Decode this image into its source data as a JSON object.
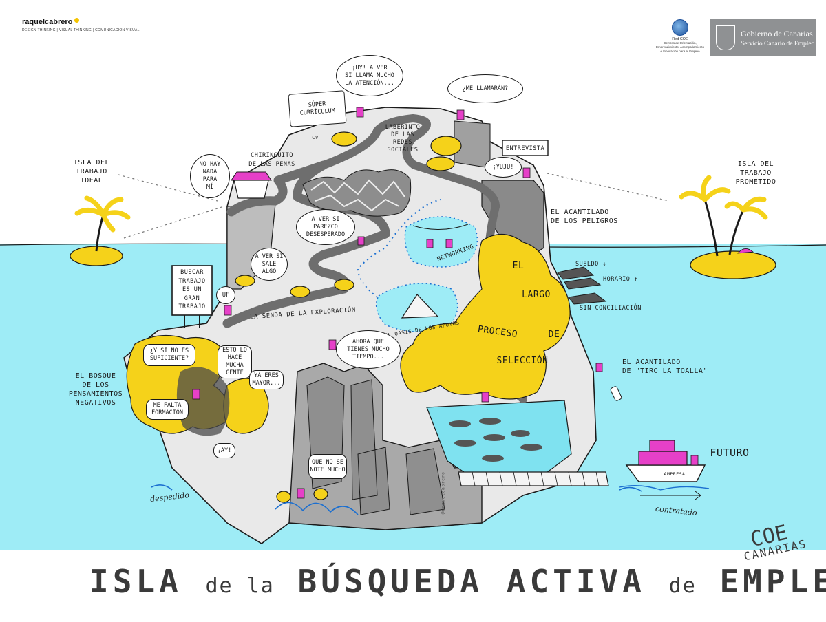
{
  "brand": {
    "name": "raquelcabrero",
    "tagline": "DESIGN THINKING | VISUAL THINKING | COMUNICACIÓN VISUAL"
  },
  "partners": {
    "red_coe": {
      "name": "Red COE",
      "desc": "Centros de Orientación, Emprendimiento, Acompañamiento e Innovación para el Empleo"
    },
    "gobierno": {
      "line1": "Gobierno de Canarias",
      "line2": "Servicio Canario de Empleo"
    }
  },
  "title": {
    "w1": "ISLA",
    "w2": "de la",
    "w3": "BÚSQUEDA",
    "w4": "ACTIVA",
    "w5": "de",
    "w6": "EMPLEO"
  },
  "coe": {
    "big": "COE",
    "small": "CANARIAS"
  },
  "labels": {
    "isla_ideal": "ISLA DEL\nTRABAJO\nIDEAL",
    "isla_prometido": "ISLA DEL\nTRABAJO\nPROMETIDO",
    "chiringuito": "CHIRINGUITO\nDE LAS PENAS",
    "laberinto": "LABERINTO\nDE LAS\nREDES\nSOCIALES",
    "entrevista": "ENTREVISTA",
    "acantilado_peligros": "EL ACANTILADO\nDE LOS PELIGROS",
    "networking": "NETWORKING",
    "oasis": "EL OASIS DE LOS APOYOS",
    "senda": "LA SENDA DE LA EXPLORACIÓN",
    "el": "EL",
    "largo": "LARGO",
    "proceso": "PROCESO",
    "de": "DE",
    "seleccion": "SELECCIÓN",
    "sueldo": "SUELDO ↓",
    "horario": "HORARIO ↑",
    "sin_conciliacion": "SIN CONCILIACIÓN",
    "acantilado_toalla": "EL ACANTILADO\nDE \"TIRO LA TOALLA\"",
    "bosque": "EL BOSQUE\nDE LOS\nPENSAMIENTOS\nNEGATIVOS",
    "futuro": "FUTURO",
    "despedido": "despedido",
    "contratado": "contratado",
    "cv": "CV",
    "credit": "@raquelcabrero",
    "ship": "AMPRESA"
  },
  "bubbles": {
    "uy": "¡UY! A VER\nSI LLAMA MUCHO\nLA ATENCIÓN...",
    "super": "SÚPER\nCURRÍCULUM",
    "llamaran": "¿ME LLAMARÁN?",
    "no_hay": "NO HAY\nNADA\nPARA\nMÍ",
    "yujuu": "¡YUJU!",
    "parezco": "A VER SI\nPAREZCO\nDESESPERADO",
    "sale": "A VER SI\nSALE\nALGO",
    "uf": "UF",
    "buscar": "BUSCAR\nTRABAJO\nES UN\nGRAN\nTRABAJO",
    "ahora": "AHORA QUE\nTIENES MUCHO\nTIEMPO...",
    "suficiente": "¿Y SI NO ES\nSUFICIENTE?",
    "mucha_gente": "ESTO LO\nHACE\nMUCHA\nGENTE",
    "mayor": "YA ERES\nMAYOR...",
    "formacion": "ME FALTA\nFORMACIÓN",
    "ay": "¡AY!",
    "no_se_note": "QUE NO SE\nNOTE MUCHO"
  },
  "colors": {
    "sea": "#9eecf6",
    "yellow": "#f5d21a",
    "rock": "#a9a9a9",
    "rock_dark": "#7a7a7a",
    "pink": "#e640c8",
    "path": "#6e6e6e",
    "lake": "#7fe2f0"
  }
}
